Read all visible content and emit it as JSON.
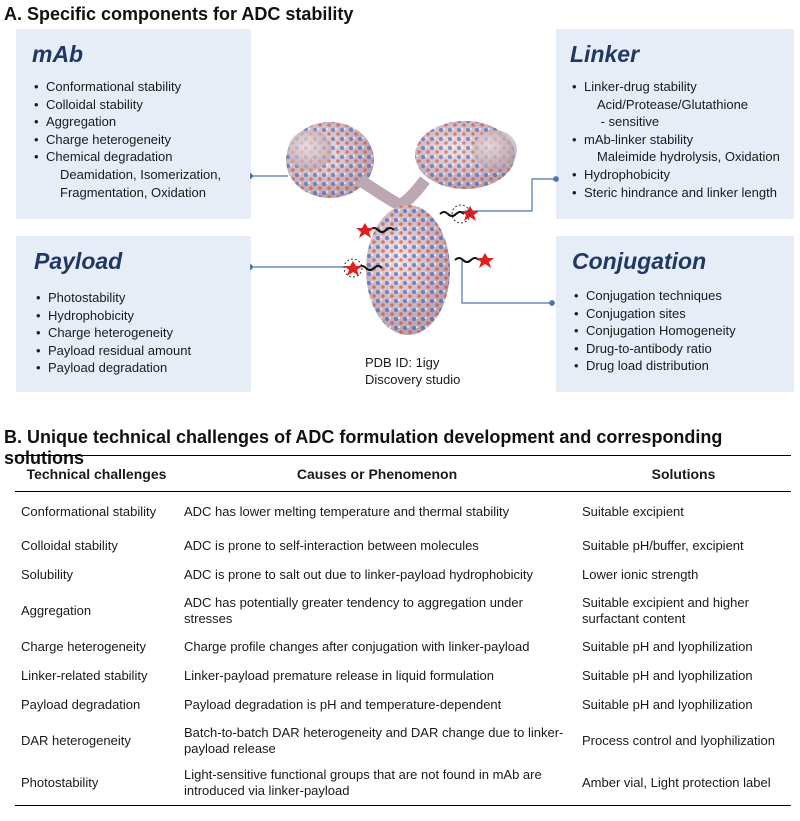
{
  "section_a_title": "A. Specific components for ADC stability",
  "section_b_title": "B. Unique technical challenges of ADC formulation development and corresponding solutions",
  "mab": {
    "title": "mAb",
    "items": [
      "Conformational stability",
      "Colloidal stability",
      "Aggregation",
      "Charge heterogeneity",
      "Chemical degradation"
    ],
    "sub_lines": [
      "Deamidation, Isomerization,",
      "Fragmentation, Oxidation"
    ]
  },
  "linker": {
    "title": "Linker",
    "item1": "Linker-drug stability",
    "item1_sub": [
      "Acid/Protease/Glutathione",
      " - sensitive"
    ],
    "item2": "mAb-linker stability",
    "item2_sub": "Maleimide hydrolysis, Oxidation",
    "item3": "Hydrophobicity",
    "item4": "Steric hindrance and linker length"
  },
  "payload": {
    "title": "Payload",
    "items": [
      "Photostability",
      "Hydrophobicity",
      "Charge heterogeneity",
      "Payload residual amount",
      "Payload degradation"
    ]
  },
  "conjugation": {
    "title": "Conjugation",
    "items": [
      "Conjugation techniques",
      "Conjugation sites",
      "Conjugation Homogeneity",
      "Drug-to-antibody ratio",
      "Drug load distribution"
    ]
  },
  "pdb": {
    "line1": "PDB ID: 1igy",
    "line2": "Discovery studio"
  },
  "colors": {
    "panel_bg": "#e6edf7",
    "panel_title": "#1f3864",
    "connector": "#4a74b4",
    "payload_star": "#e02020"
  },
  "table": {
    "headers": [
      "Technical challenges",
      "Causes or Phenomenon",
      "Solutions"
    ],
    "rows": [
      [
        "Conformational stability",
        "ADC has lower melting temperature and thermal stability",
        "Suitable excipient"
      ],
      [
        "Colloidal stability",
        "ADC is prone to self-interaction between molecules",
        "Suitable pH/buffer, excipient"
      ],
      [
        "Solubility",
        "ADC is prone to salt out due to linker-payload hydrophobicity",
        "Lower ionic strength"
      ],
      [
        "Aggregation",
        "ADC has potentially greater tendency to aggregation under stresses",
        "Suitable excipient and higher surfactant content"
      ],
      [
        "Charge heterogeneity",
        "Charge profile changes after conjugation with linker-payload",
        "Suitable pH and lyophilization"
      ],
      [
        "Linker-related stability",
        "Linker-payload premature release in liquid formulation",
        "Suitable pH and lyophilization"
      ],
      [
        "Payload degradation",
        "Payload degradation is pH and temperature-dependent",
        "Suitable pH and lyophilization"
      ],
      [
        "DAR heterogeneity",
        "Batch-to-batch DAR heterogeneity and DAR change due to linker-payload release",
        "Process control and lyophilization"
      ],
      [
        "Photostability",
        "Light-sensitive functional groups that are not found in mAb are introduced via linker-payload",
        "Amber vial, Light protection label"
      ]
    ]
  }
}
